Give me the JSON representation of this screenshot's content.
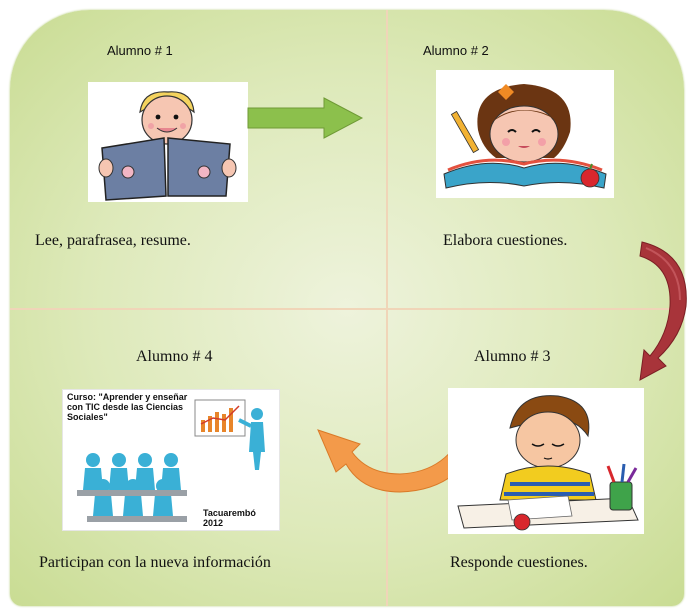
{
  "quadrants": [
    {
      "student": "Alumno # 1",
      "action": "Lee, parafrasea, resume."
    },
    {
      "student": "Alumno # 2",
      "action": "Elabora cuestiones."
    },
    {
      "student": "Alumno # 3",
      "action": "Responde cuestiones."
    },
    {
      "student": "Alumno # 4",
      "action": "Participan con la nueva información"
    }
  ],
  "course_image": {
    "title": "Curso: \"Aprender y enseñar con TIC desde las Ciencias Sociales\"",
    "city": "Tacuarembó",
    "year": "2012"
  },
  "icons": [
    "boy-reading-icon",
    "girl-reading-icon",
    "boy-writing-icon",
    "presentation-audience-icon",
    "green-right-arrow-icon",
    "red-curved-arrow-icon",
    "orange-curved-arrow-icon"
  ],
  "colors": {
    "board_fill": "#dde9b9",
    "divider": "#f0d5b8",
    "green_arrow": "#8cc04c",
    "red_arrow": "#a8343a",
    "orange_arrow": "#f39a4a"
  }
}
